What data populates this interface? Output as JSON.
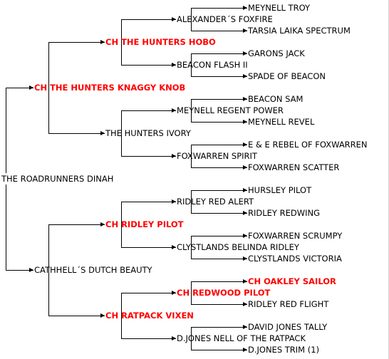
{
  "pedigree": {
    "subject": "THE ROADRUNNERS DINAH",
    "sire": {
      "name": "CH THE HUNTERS KNAGGY KNOB",
      "sire": {
        "name": "CH THE HUNTERS HOBO",
        "sire": {
          "name": "ALEXANDER´S FOXFIRE",
          "sire": "MEYNELL TROY",
          "dam": "TARSIA LAIKA SPECTRUM"
        },
        "dam": {
          "name": "BEACON FLASH II",
          "sire": "GARONS JACK",
          "dam": "SPADE OF BEACON"
        }
      },
      "dam": {
        "name": "THE HUNTERS IVORY",
        "sire": {
          "name": "MEYNELL REGENT POWER",
          "sire": "BEACON SAM",
          "dam": "MEYNELL REVEL"
        },
        "dam": {
          "name": "FOXWARREN SPIRIT",
          "sire": "E & E REBEL OF FOXWARREN",
          "dam": "FOXWARREN SCATTER"
        }
      }
    },
    "dam": {
      "name": "CATHHELL´S DUTCH BEAUTY",
      "sire": {
        "name": "CH RIDLEY PILOT",
        "sire": {
          "name": "RIDLEY RED ALERT",
          "sire": "HURSLEY PILOT",
          "dam": "RIDLEY REDWING"
        },
        "dam": {
          "name": "CLYSTLANDS BELINDA RIDLEY",
          "sire": "FOXWARREN SCRUMPY",
          "dam": "CLYSTLANDS VICTORIA"
        }
      },
      "dam": {
        "name": "CH RATPACK VIXEN",
        "sire": {
          "name": "CH REDWOOD PILOT",
          "sire": "CH OAKLEY SAILOR",
          "dam": "RIDLEY RED FLIGHT"
        },
        "dam": {
          "name": "D.JONES NELL OF THE RATPACK",
          "sire": "DAVID JONES TALLY",
          "dam": "D.JONES TRIM (1)"
        }
      }
    }
  },
  "colors": {
    "champion_text": "#ff0000",
    "normal_text": "#000000",
    "background": "#ffffff"
  },
  "icons": [
    "arrow-right-icon"
  ]
}
